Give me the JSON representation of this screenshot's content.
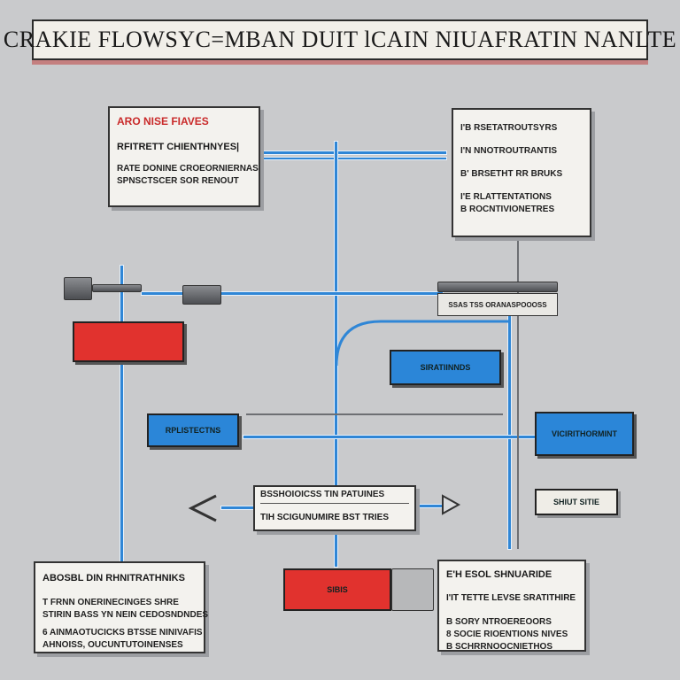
{
  "title": "CRAKIE FLOWSYC=MBAN DUIT lCAIN NIUAFRATIN NANLTE",
  "cards": {
    "top_left": {
      "heading": "ARO NISE FIAVES",
      "subheading": "RFITRETT CHIENTHNYES|",
      "lines": [
        "RATE DONINE CROEORNIERNAS",
        "SPNSCTSCER SOR RENOUT"
      ]
    },
    "top_right": {
      "lines": [
        "I'B  RSETATROUTSYRS",
        "I'N  NNOTROUTRANTIS",
        "B'  BRSETHT RR BRUKS",
        "I'E  RLATTENTATIONS",
        "B  ROCNTIVIONETRES"
      ]
    },
    "bottom_left": {
      "heading": "ABOSBL DIN RHNITRATHNIKS",
      "lines": [
        "T  FRNN ONERINECINGES SHRE",
        "STIRIN BASS YN NEIN CEDOSNDNDES",
        "6  AINMAOTUCICKS BTSSE NINIVAFIS",
        "AHNOISS, OUCUNTUTOINENSES"
      ]
    },
    "bottom_right": {
      "heading": "E'H ESOL SHNUARIDE",
      "sub": "I'IT TETTE LEVSE SRATITHIRE",
      "lines": [
        "B  SORY NTROEREOORS",
        "8  SOCIE RIOENTIONS NIVES",
        "B  SCHRRNOOCNIETHOS"
      ]
    }
  },
  "nodes": {
    "blue_top": "SIRATIINNDS",
    "blue_left": "RPLISTECTNS",
    "blue_right": "VICIRITHORMINT",
    "red_bottom": "SIBIS",
    "center_label": "BSSHOIOICSS TIN PATUINES",
    "center_text": "TIH  SCIGUNUMIRE BST TRIES",
    "tag_right": "SHIUT SITIE",
    "connector_plate": "SSAS TSS ORANASPOOOSS"
  },
  "colors": {
    "wire": "#2f86d6",
    "node_blue": "#2b86d8",
    "node_red": "#e1322e",
    "card": "#f3f2ee",
    "background": "#c9cacc"
  }
}
